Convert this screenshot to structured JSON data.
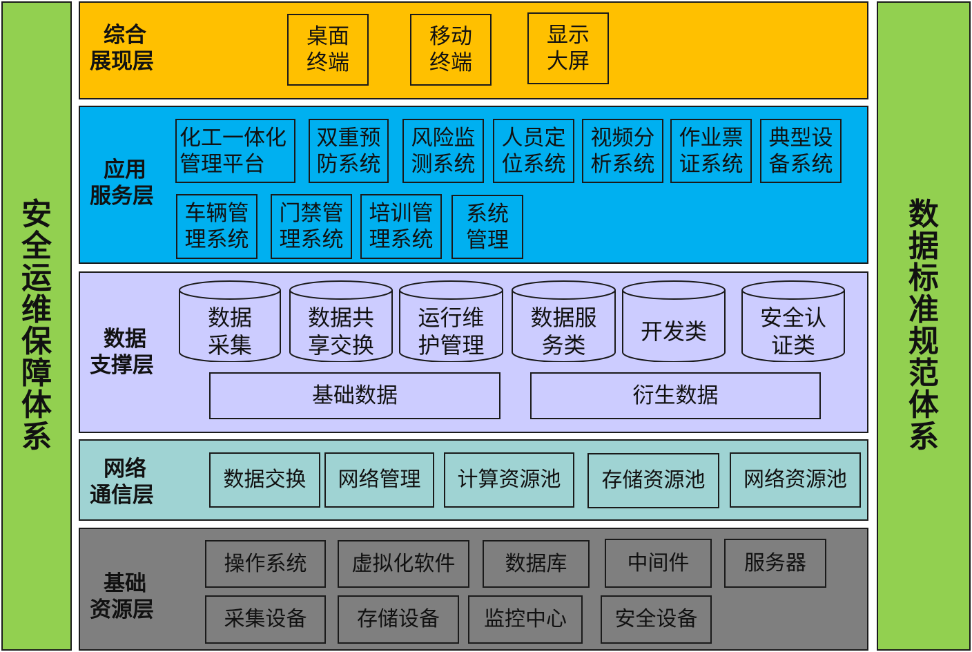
{
  "left_pillar": "安全运维保障体系",
  "right_pillar": "数据标准规范体系",
  "colors": {
    "pillar": "#92d050",
    "presentation": "#ffc000",
    "application": "#00b0f0",
    "data_support": "#ccccff",
    "network": "#9fd3d3",
    "resource": "#7f7f7f"
  },
  "presentation": {
    "label": [
      "综合",
      "展现层"
    ],
    "items": [
      [
        "桌面",
        "终端"
      ],
      [
        "移动",
        "终端"
      ],
      [
        "显示",
        "大屏"
      ]
    ]
  },
  "application": {
    "label": [
      "应用",
      "服务层"
    ],
    "row1": [
      [
        "化工一体化",
        "管理平台"
      ],
      [
        "双重预",
        "防系统"
      ],
      [
        "风险监",
        "测系统"
      ],
      [
        "人员定",
        "位系统"
      ],
      [
        "视频分",
        "析系统"
      ],
      [
        "作业票",
        "证系统"
      ],
      [
        "典型设",
        "备系统"
      ]
    ],
    "row2": [
      [
        "车辆管",
        "理系统"
      ],
      [
        "门禁管",
        "理系统"
      ],
      [
        "培训管",
        "理系统"
      ],
      [
        "系统",
        "管理"
      ]
    ]
  },
  "data_support": {
    "label": [
      "数据",
      "支撑层"
    ],
    "cylinders": [
      [
        "数据",
        "采集"
      ],
      [
        "数据共",
        "享交换"
      ],
      [
        "运行维",
        "护管理"
      ],
      [
        "数据服",
        "务类"
      ],
      [
        "开发类"
      ],
      [
        "安全认",
        "证类"
      ]
    ],
    "bases": [
      "基础数据",
      "衍生数据"
    ]
  },
  "network": {
    "label": [
      "网络",
      "通信层"
    ],
    "items": [
      "数据交换",
      "网络管理",
      "计算资源池",
      "存储资源池",
      "网络资源池"
    ]
  },
  "resource": {
    "label": [
      "基础",
      "资源层"
    ],
    "row1": [
      "操作系统",
      "虚拟化软件",
      "数据库",
      "中间件",
      "服务器"
    ],
    "row2": [
      "采集设备",
      "存储设备",
      "监控中心",
      "安全设备"
    ]
  }
}
